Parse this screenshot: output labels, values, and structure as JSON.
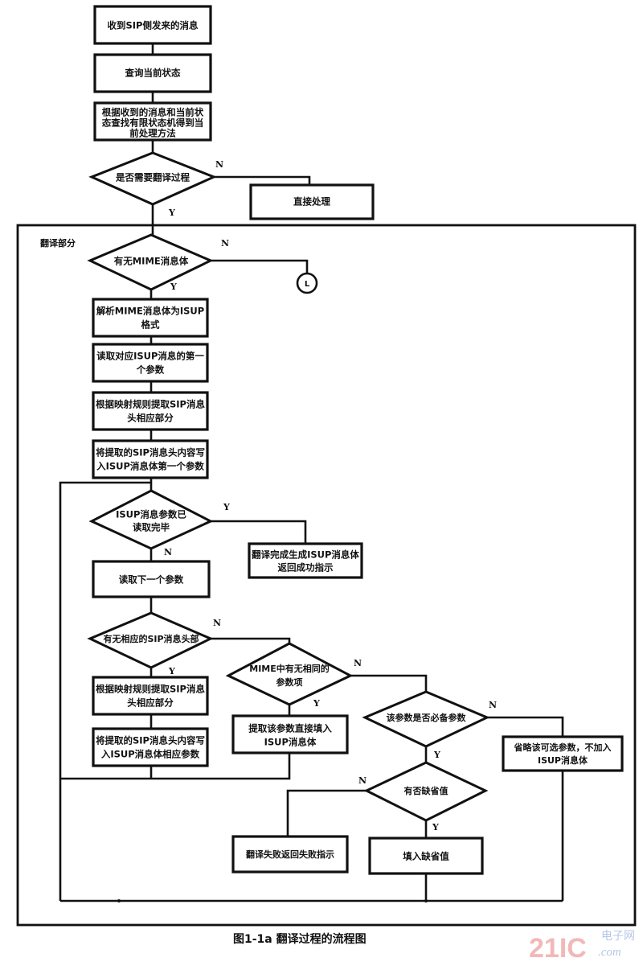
{
  "diagram": {
    "type": "flowchart",
    "caption": "图1-1a  翻译过程的流程图",
    "section_label": "翻译部分",
    "watermark": {
      "brand": "21IC",
      "cn": "电子网",
      "dotcom": ".com"
    },
    "nodes": {
      "receive": "收到SIP侧发来的消息",
      "query_state": "查询当前状态",
      "lookup_lines": [
        "根据收到的消息和当前状",
        "态查找有限状态机得到当",
        "前处理方法"
      ],
      "need_translate": "是否需要翻译过程",
      "direct_process": "直接处理",
      "has_mime": "有无MIME消息体",
      "connector": "L",
      "parse_mime_lines": [
        "解析MIME消息体为ISUP",
        "格式"
      ],
      "read_first_lines": [
        "读取对应ISUP消息的第一",
        "个参数"
      ],
      "extract_header_lines": [
        "根据映射规则提取SIP消息",
        "头相应部分"
      ],
      "write_first_lines": [
        "将提取的SIP消息头内容写",
        "入ISUP消息体第一个参数"
      ],
      "params_done_lines": [
        "ISUP消息参数已",
        "读取完毕"
      ],
      "translate_done_lines": [
        "翻译完成生成ISUP消息体",
        "返回成功指示"
      ],
      "read_next": "读取下一个参数",
      "has_sip_header": "有无相应的SIP消息头部",
      "mime_has_param_lines": [
        "MIME中有无相同的",
        "参数项"
      ],
      "extract_sip_lines": [
        "根据映射规则提取SIP消息",
        "头相应部分"
      ],
      "write_sip_lines": [
        "将提取的SIP消息头内容写",
        "入ISUP消息体相应参数"
      ],
      "fill_param_lines": [
        "提取该参数直接填入",
        "ISUP消息体"
      ],
      "is_mandatory": "该参数是否必备参数",
      "ignore_optional_lines": [
        "省略该可选参数，不加入",
        "ISUP消息体"
      ],
      "has_default": "有否缺省值",
      "translate_fail": "翻译失败返回失败指示",
      "fill_default": "填入缺省值"
    },
    "edge_labels": {
      "need_translate_no": "N",
      "need_translate_yes": "Y",
      "has_mime_no": "N",
      "has_mime_yes": "Y",
      "params_done_yes": "Y",
      "params_done_no": "N",
      "has_sip_header_no": "N",
      "has_sip_header_yes": "Y",
      "mime_has_param_no": "N",
      "mime_has_param_yes": "Y",
      "is_mandatory_no": "N",
      "is_mandatory_yes": "Y",
      "has_default_no": "N",
      "has_default_yes": "Y"
    }
  }
}
